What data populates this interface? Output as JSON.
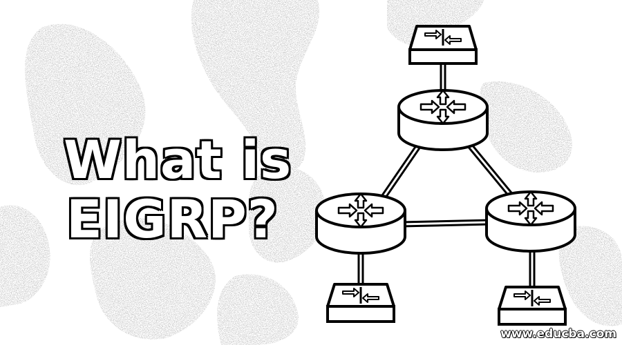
{
  "title": {
    "line1": "What is",
    "line2": "EIGRP?"
  },
  "watermark": "www.educba.com",
  "diagram": {
    "routers": [
      "router-top",
      "router-left",
      "router-right"
    ],
    "switches": [
      "switch-top",
      "switch-bottom-left",
      "switch-bottom-right"
    ],
    "links": [
      [
        "router-top",
        "router-left"
      ],
      [
        "router-top",
        "router-right"
      ],
      [
        "router-left",
        "router-right"
      ],
      [
        "switch-top",
        "router-top"
      ],
      [
        "router-left",
        "switch-bottom-left"
      ],
      [
        "router-right",
        "switch-bottom-right"
      ]
    ]
  },
  "colors": {
    "background": "#ffffff",
    "ink": "#000000",
    "texture": "#7a7a7a"
  }
}
